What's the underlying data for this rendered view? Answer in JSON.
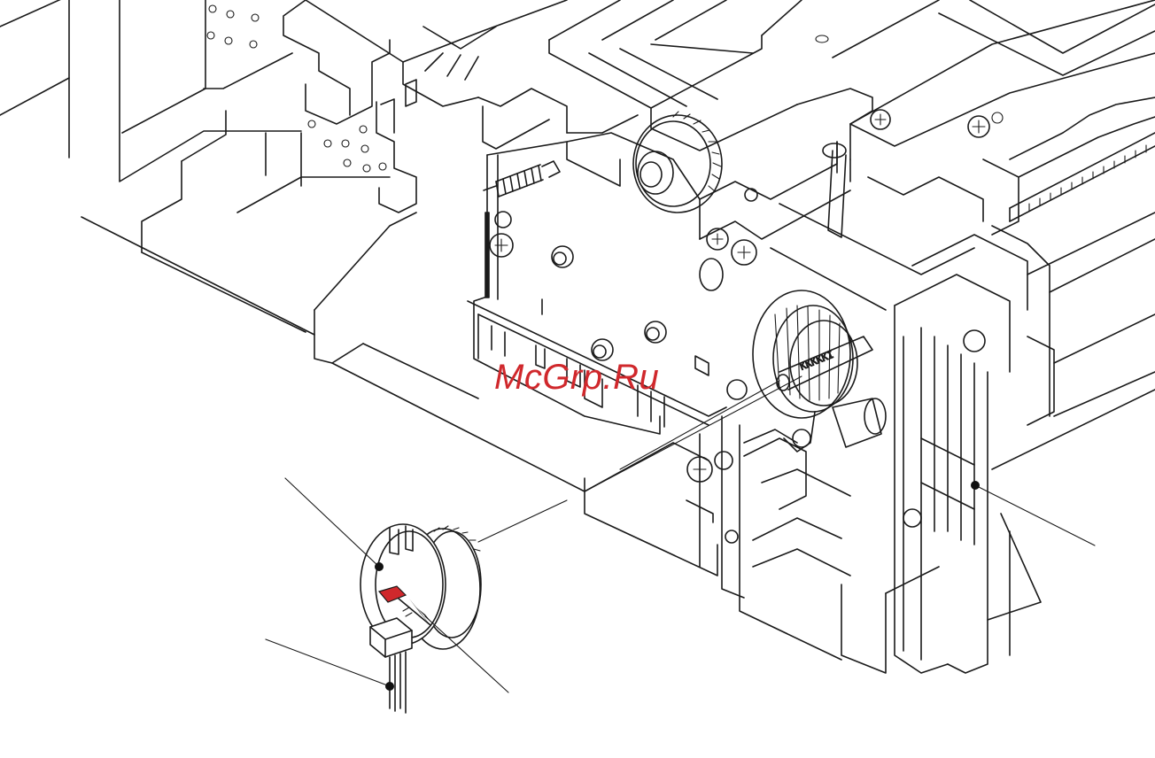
{
  "watermark": {
    "text": "McGrp.Ru"
  },
  "colors": {
    "line": "#1a1a1a",
    "background": "#ffffff",
    "watermark": "#d0282c",
    "highlight_tab": "#d0282c"
  },
  "callouts": [
    {
      "name": "callout-motor-body"
    },
    {
      "name": "callout-motor-harness"
    },
    {
      "name": "callout-motor-tab"
    },
    {
      "name": "callout-frame"
    }
  ]
}
